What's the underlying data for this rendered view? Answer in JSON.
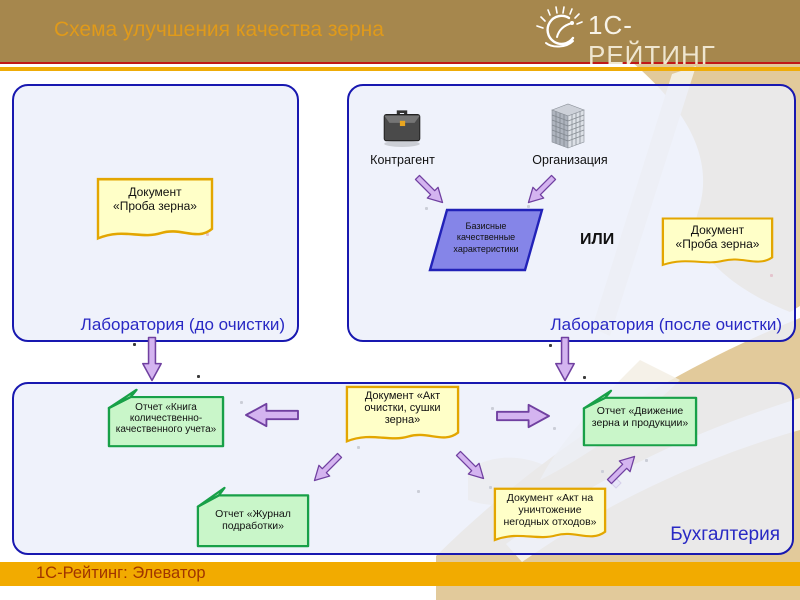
{
  "slide": {
    "title": "Схема улучшения качества зерна",
    "footer": "1С-Рейтинг: Элеватор",
    "logo": {
      "line1": "1С-",
      "line2": "РЕЙТИНГ",
      "icon": "sun-logo-icon"
    }
  },
  "lab_before": {
    "label": "Лаборатория (до очистки)",
    "doc_proba": "Документ\n«Проба зерна»"
  },
  "lab_after": {
    "label": "Лаборатория (после очистки)",
    "contractor": "Контрагент",
    "organization": "Организация",
    "characteristics": "Базисные\nкачественные\nхарактеристики",
    "or": "ИЛИ",
    "doc_proba": "Документ\n«Проба зерна»"
  },
  "accounting": {
    "label": "Бухгалтерия",
    "report_book": "Отчет «Книга\nколичественно-\nкачественного учета»",
    "doc_cleaning": "Документ «Акт\nочистки, сушки\nзерна»",
    "report_movement": "Отчет «Движение\nзерна и продукции»",
    "report_journal": "Отчет «Журнал\nподработки»",
    "doc_destruction": "Документ «Акт на\nуничтожение\nнегодных отходов»"
  },
  "icons": {
    "logo": "sun-logo-icon",
    "contractor": "briefcase-icon",
    "organization": "building-icon"
  },
  "colors": {
    "header_brown": "#A6874D",
    "title_gold": "#E09A1A",
    "accent_gold": "#EFAC08",
    "footer_bar": "#F2AB00",
    "footer_text": "#A03500",
    "panel_border_blue": "#1818B0",
    "panel_label_blue": "#2929C4",
    "document_fill": "#FFFFC8",
    "document_border": "#E3A600",
    "report_fill": "#C9F6C9",
    "report_border": "#18A048",
    "data_shape_fill": "#8585E8",
    "arrow_fill": "#D4B4F0",
    "arrow_border": "#7040A0",
    "art_tan": "#E2CA9B"
  }
}
